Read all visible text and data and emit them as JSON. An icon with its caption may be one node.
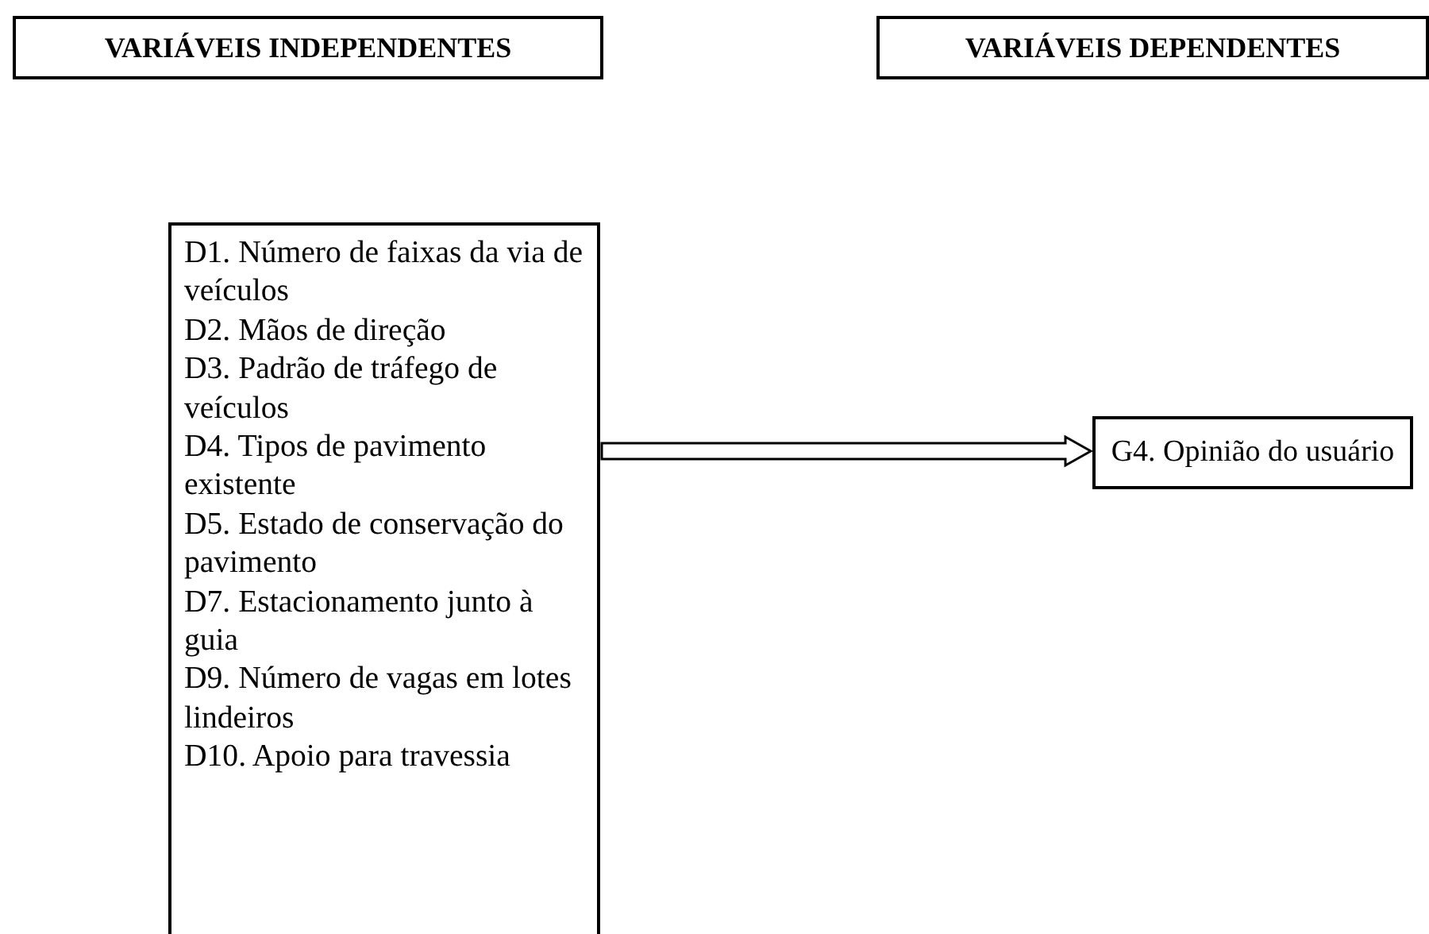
{
  "diagram": {
    "nodes": [
      {
        "text": [
          "VARIÁVEIS INDEPENDENTES"
        ]
      },
      {
        "text": [
          "VARIÁVEIS DEPENDENTES"
        ]
      },
      {
        "text": [
          "D1. Número de faixas da via de veículos",
          "D2. Mãos de direção",
          "D3. Padrão de tráfego de veículos",
          "D4. Tipos de pavimento existente",
          "D5. Estado de conservação do pavimento",
          "D7. Estacionamento junto à guia",
          "D9. Número de vagas em lotes lindeiros",
          "D10. Apoio para travessia"
        ]
      },
      {
        "text": [
          "G4. Opinião do usuário"
        ]
      }
    ],
    "edges": [
      {
        "from": 2,
        "to": 3,
        "arrow": "to"
      }
    ]
  }
}
